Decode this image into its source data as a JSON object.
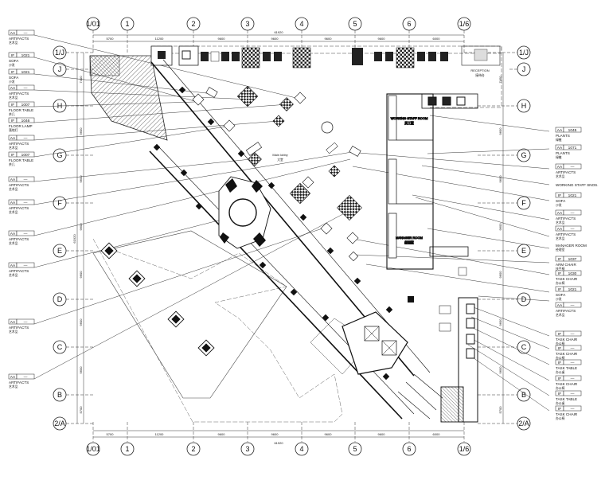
{
  "axes": {
    "columns": [
      "1/01",
      "1",
      "2",
      "3",
      "4",
      "5",
      "6",
      "1/6"
    ],
    "rows_left": [
      "J",
      "H",
      "G",
      "F",
      "E",
      "D",
      "C",
      "B"
    ],
    "rows_right": [
      "J",
      "H",
      "G",
      "F",
      "E",
      "D",
      "C",
      "B"
    ],
    "top_left_row": "1/J",
    "top_right_row": "1/J",
    "bottom_left_row": "2/A",
    "bottom_right_row": "2/A"
  },
  "dimensions": {
    "top_total": "61920",
    "top_segments": [
      "5700",
      "11200",
      "9600",
      "9600",
      "9600",
      "9600",
      "6000"
    ],
    "bottom_total": "61920",
    "bottom_segments": [
      "5700",
      "11200",
      "9600",
      "9600",
      "9600",
      "9600",
      "6000"
    ],
    "left_total": "61920",
    "left_segments": [
      "7400",
      "9600",
      "9600",
      "9600",
      "9600",
      "9600",
      "9600",
      "5700"
    ],
    "right_segments": [
      "7400",
      "9600",
      "9600",
      "9600",
      "9600",
      "9600",
      "9600",
      "5700"
    ]
  },
  "rooms": {
    "main_lobby": {
      "name": "Main lobby",
      "sub": "大堂"
    },
    "reception": {
      "name": "RECEPTION",
      "sub": "接待台"
    },
    "manager_room_short": {
      "name": "MANAGER ROOM",
      "sub": "经理室"
    },
    "staff_room": {
      "name": "WORKING STAFF ROOM",
      "sub": "员工室"
    }
  },
  "left_tags": [
    {
      "code": "AA",
      "num": "—",
      "title": "ARTIFACTS",
      "sub": "艺术品"
    },
    {
      "code": "IF",
      "num": "1021",
      "title": "SOFA",
      "sub": "沙发"
    },
    {
      "code": "IF",
      "num": "1021",
      "title": "SOFA",
      "sub": "沙发"
    },
    {
      "code": "AA",
      "num": "—",
      "title": "ARTIFACTS",
      "sub": "艺术品"
    },
    {
      "code": "IF",
      "num": "1007",
      "title": "FLOOR TABLE",
      "sub": "茶几"
    },
    {
      "code": "IF",
      "num": "1046",
      "title": "FLOOR LAMP",
      "sub": "落地灯"
    },
    {
      "code": "AA",
      "num": "—",
      "title": "ARTIFACTS",
      "sub": "艺术品"
    },
    {
      "code": "IF",
      "num": "1007",
      "title": "FLOOR TABLE",
      "sub": "茶几"
    },
    {
      "code": "AA",
      "num": "—",
      "title": "ARTIFACTS",
      "sub": "艺术品"
    },
    {
      "code": "AA",
      "num": "—",
      "title": "ARTIFACTS",
      "sub": "艺术品"
    },
    {
      "code": "AA",
      "num": "—",
      "title": "ARTIFACTS",
      "sub": "艺术品"
    },
    {
      "code": "AA",
      "num": "—",
      "title": "ARTIFACTS",
      "sub": "艺术品"
    },
    {
      "code": "AA",
      "num": "—",
      "title": "ARTIFACTS",
      "sub": "艺术品"
    },
    {
      "code": "AA",
      "num": "—",
      "title": "ARTIFACTS",
      "sub": "艺术品"
    }
  ],
  "right_tags": [
    {
      "code": "AA",
      "num": "1045",
      "title": "PLANTS",
      "sub": "绿植"
    },
    {
      "code": "AA",
      "num": "1071",
      "title": "PLANTS",
      "sub": "绿植"
    },
    {
      "code": "AA",
      "num": "—",
      "title": "ARTIFACTS",
      "sub": "艺术品"
    },
    {
      "code": "",
      "num": "",
      "title": "WORKING STAFF SNOS.",
      "sub": ""
    },
    {
      "code": "IF",
      "num": "1021",
      "title": "SOFA",
      "sub": "沙发"
    },
    {
      "code": "AA",
      "num": "—",
      "title": "ARTIFACTS",
      "sub": "艺术品"
    },
    {
      "code": "AA",
      "num": "—",
      "title": "ARTIFACTS",
      "sub": "艺术品"
    },
    {
      "code": "",
      "num": "",
      "title": "MANAGER ROOM",
      "sub": "经理室"
    },
    {
      "code": "IF",
      "num": "1037",
      "title": "ARM CHAIR",
      "sub": "扶手椅"
    },
    {
      "code": "IF",
      "num": "1030",
      "title": "TASK CHAIR",
      "sub": "办公椅"
    },
    {
      "code": "IF",
      "num": "1021",
      "title": "SOFA",
      "sub": "沙发"
    },
    {
      "code": "AA",
      "num": "—",
      "title": "ARTIFACTS",
      "sub": "艺术品"
    },
    {
      "code": "IF",
      "num": "—",
      "title": "TASK CHAIR",
      "sub": "办公椅"
    },
    {
      "code": "IF",
      "num": "—",
      "title": "TASK CHAIR",
      "sub": "办公椅"
    },
    {
      "code": "IF",
      "num": "—",
      "title": "TASK TABLE",
      "sub": "办公桌"
    },
    {
      "code": "IF",
      "num": "—",
      "title": "TASK CHAIR",
      "sub": "办公椅"
    },
    {
      "code": "IF",
      "num": "—",
      "title": "TASK TABLE",
      "sub": "办公桌"
    },
    {
      "code": "IF",
      "num": "—",
      "title": "TASK CHAIR",
      "sub": "办公椅"
    }
  ]
}
